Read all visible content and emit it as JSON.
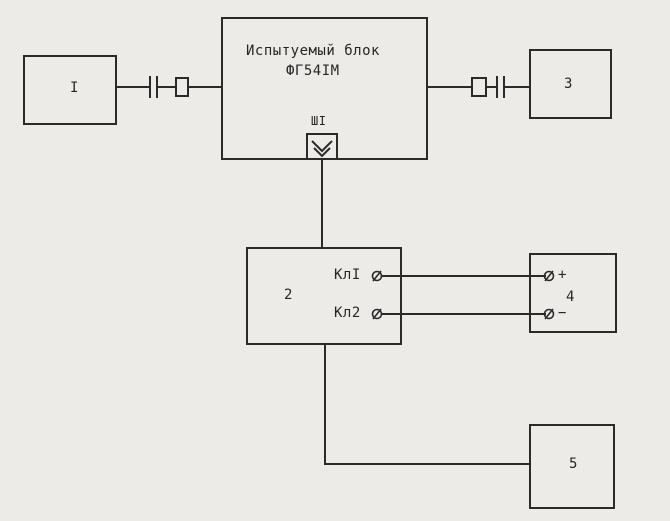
{
  "blocks": {
    "b1": {
      "label": "I"
    },
    "tested": {
      "line1": "Испытуемый блок",
      "line2": "ФГ54IМ",
      "connector": "ШI"
    },
    "b2": {
      "label": "2",
      "term1": "КлI",
      "term2": "Кл2"
    },
    "b3": {
      "label": "3"
    },
    "b4": {
      "label": "4",
      "plus": "+",
      "minus": "−"
    },
    "b5": {
      "label": "5"
    }
  },
  "colors": {
    "ink": "#2a2a2a",
    "paper": "#ecebe8"
  }
}
